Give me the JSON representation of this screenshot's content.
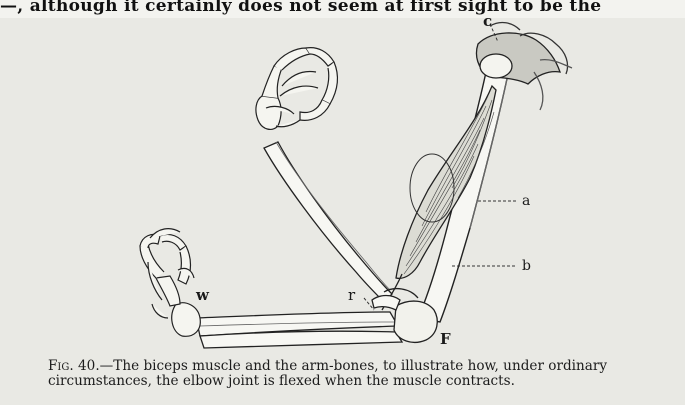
{
  "top_text": "—, although it certainly does not seem at first sight to be the",
  "figure": {
    "labels": {
      "c": "c",
      "a": "a",
      "b": "b",
      "r": "r",
      "w": "w",
      "f": "F"
    }
  },
  "caption": {
    "fig_label": "Fig.",
    "fig_number": "40.",
    "text": "—The biceps muscle and the arm-bones, to illustrate how, under ordinary circumstances, the elbow joint is flexed when the muscle contracts."
  }
}
